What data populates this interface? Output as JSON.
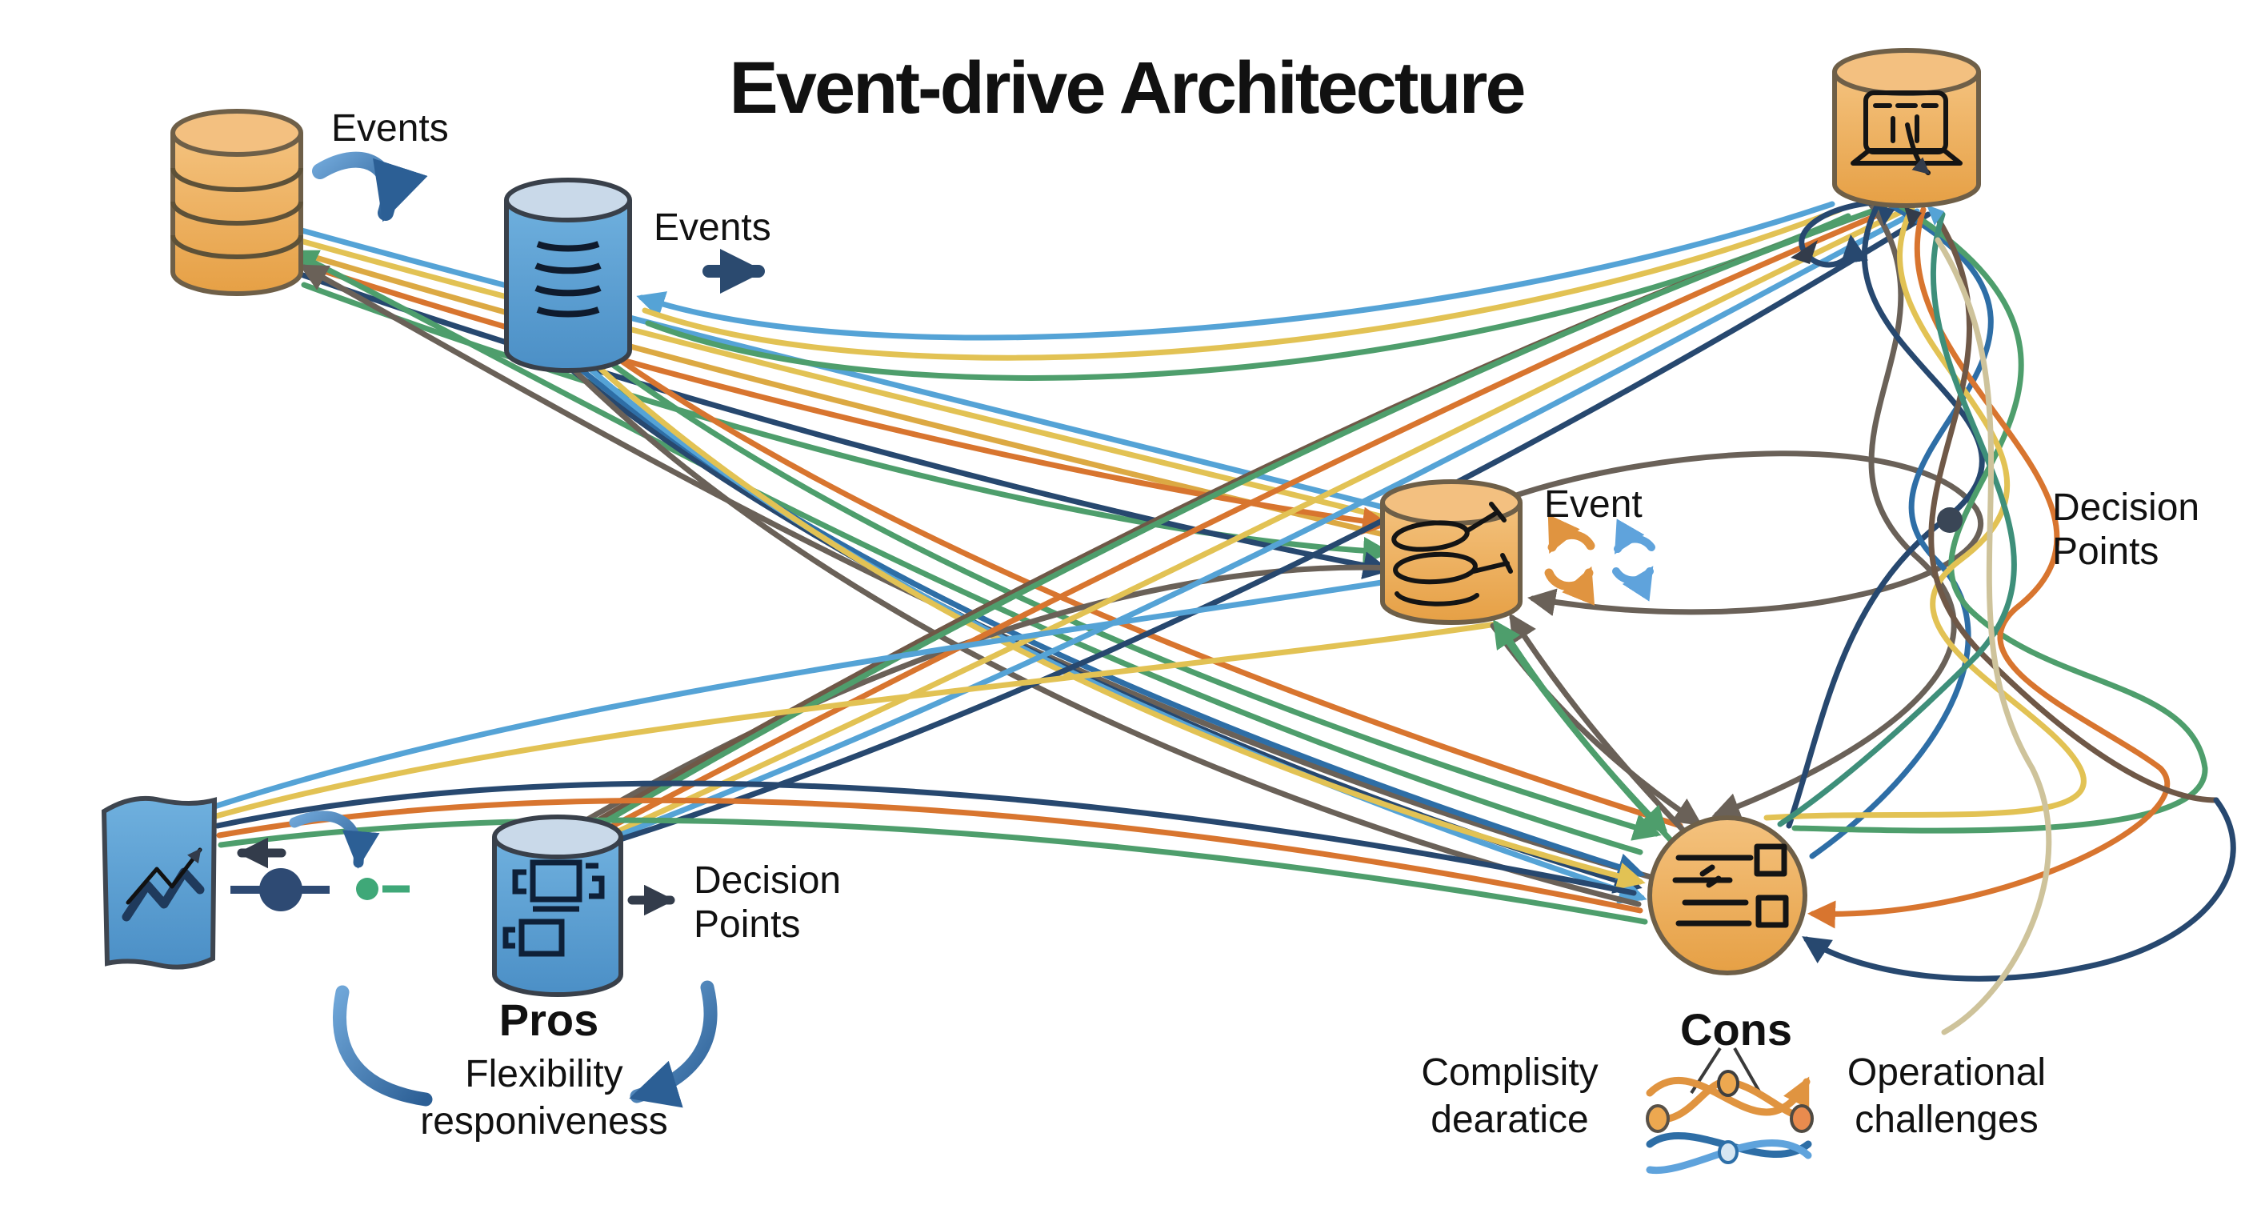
{
  "title": "Event-drive Architecture",
  "labels": {
    "events_top": "Events",
    "events_mid": "Events",
    "event": "Event",
    "decision_points_right": "Decision\nPoints",
    "decision_points_left": "Decision\nPoints",
    "pros": "Pros",
    "cons": "Cons",
    "pros_sub": "Flexibility\nresponiveness",
    "cons_sub_left": "Complisity\ndearatice",
    "cons_sub_right": "Operational\nchallenges"
  },
  "icons": [
    "source-database-icon",
    "event-stream-database-icon",
    "consumer-terminal-cylinder-icon",
    "event-store-database-icon",
    "analytics-flag-icon",
    "process-database-icon",
    "cons-list-circle-icon",
    "sync-orange-icon",
    "sync-blue-icon",
    "network-crossing-icon",
    "decision-dot-icon"
  ],
  "colors": {
    "text": "#111111",
    "orange_fill": "#EDA850",
    "orange_fill_light": "#F5C783",
    "orange_top": "#F3C080",
    "orange_outline": "#6E5F48",
    "blue_fill": "#58A0D5",
    "blue_fill_dark": "#4B8FC6",
    "blue_top": "#C9D9E9",
    "blue_outline": "#39404A",
    "icon_stroke": "#141414",
    "line_yellow": "#E2C254",
    "line_gold": "#DCA943",
    "line_orange": "#D8752F",
    "line_green": "#4E9E6C",
    "line_teal": "#3E8F7A",
    "line_sky": "#55A3D6",
    "line_steel": "#2E6EA6",
    "line_navy": "#27486F",
    "line_gray": "#6A6158",
    "line_brown": "#6F5847",
    "line_beige": "#CEC39B",
    "arrow_blue_light": "#6FA6D8",
    "arrow_blue_dark": "#2C5F95",
    "arrow_navy": "#2B4A6F",
    "arrow_dark": "#333C4B",
    "dot_navy": "#2E4A73",
    "dot_green": "#3FA878",
    "dot_dark": "#3A4656",
    "flag_zigzag": "#1F3A5C",
    "pros_icon_stroke": "#0E2038",
    "sync_orange": "#E09440",
    "sync_blue": "#5FA3DC",
    "node_red": "#E98B4E",
    "node_light_blue": "#D6E6F2"
  }
}
